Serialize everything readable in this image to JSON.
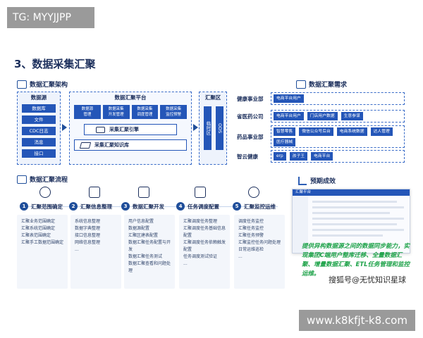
{
  "tag": "TG: MYYJJPP",
  "title": "3、数据采集汇聚",
  "arch": {
    "heading": "数据汇聚架构",
    "sources": {
      "header": "数据源",
      "items": [
        "数据库",
        "文件",
        "CDC日志",
        "消息",
        "接口"
      ]
    },
    "platform": {
      "header": "数据汇聚平台",
      "modules": [
        [
          "数据源",
          "管理"
        ],
        [
          "数据采集",
          "开发管理"
        ],
        [
          "数据采集",
          "调度管理"
        ],
        [
          "数据采集",
          "监控预警"
        ]
      ],
      "engine": "采集汇聚引擎",
      "kb": "采集汇聚知识库"
    },
    "hub": {
      "header": "汇聚区",
      "bars": [
        "临时区",
        "ODS"
      ]
    }
  },
  "req": {
    "heading": "数据汇聚需求",
    "rows": [
      {
        "label": "健康事业部",
        "boxes": [
          "电商平台用户"
        ]
      },
      {
        "label": "省医药公司",
        "boxes": [
          "电商平台用户",
          "门店用户数据",
          "生意参谋"
        ]
      },
      {
        "label": "药品事业部",
        "boxes": [
          "智慧零售",
          "微信公众号后台",
          "电商系统数据",
          "达人管理",
          "医疗器械"
        ]
      },
      {
        "label": "智云健康",
        "boxes": [
          "erp",
          "孩子王",
          "电商平台"
        ]
      }
    ]
  },
  "flow": {
    "heading": "数据汇聚流程",
    "steps": [
      {
        "num": "1",
        "label": "汇聚范围确定",
        "items": [
          "汇聚业务范围确定",
          "汇聚系统范围确定",
          "汇聚表范围确定",
          "汇聚手工数据范围确定"
        ]
      },
      {
        "num": "2",
        "label": "汇聚信息整理",
        "items": [
          "系统信息整理",
          "数据字典整理",
          "接口信息整理",
          "网络信息整理",
          "..."
        ]
      },
      {
        "num": "3",
        "label": "数据汇聚开发",
        "items": [
          "用户信息配置",
          "数据源配置",
          "汇聚区建表配置",
          "数据汇聚任务配置与开发",
          "数据汇聚任务测试",
          "数据汇聚查看和问题处理"
        ]
      },
      {
        "num": "4",
        "label": "任务调度配置",
        "items": [
          "汇聚调度任务整理",
          "汇聚调度任务基础信息配置",
          "汇聚调度任务依赖触发配置",
          "任务调度测试验证",
          "..."
        ]
      },
      {
        "num": "5",
        "label": "汇聚监控运维",
        "items": [
          "调度任务监控",
          "汇聚任务监控",
          "汇聚任务预警",
          "汇聚监控任务问题处理",
          "日常运维巡检",
          "..."
        ]
      }
    ]
  },
  "preview": {
    "heading": "预期成效",
    "screen_title": "汇聚平台",
    "summary": "提供异构数据源之间的数据同步能力，实现集团C端用户整库迁移、全量数据汇聚、增量数据汇聚、ETL任务管理和监控运维。"
  },
  "watermarks": {
    "sohu": "搜狐号@无忧知识星球",
    "site": "www.k8kfjt-k8.com"
  }
}
